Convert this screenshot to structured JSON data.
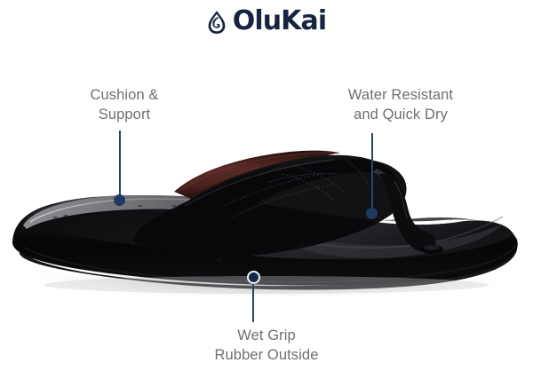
{
  "brand": {
    "name": "OluKai",
    "mark_icon": "water-drop-logo-icon",
    "color": "#16243f"
  },
  "product": {
    "name": "black-flip-flop-sandal",
    "sole_color": "#0a0a0a",
    "footbed_color": "#1a1a1c",
    "toe_footbed_color": "#6f6f73",
    "lining_color": "#3d1f1f",
    "background_color": "#ffffff"
  },
  "callouts": [
    {
      "id": "cushion-support",
      "text": "Cushion &\nSupport",
      "line_color": "#2b4568",
      "dot_color": "#1e3a63"
    },
    {
      "id": "water-resistant",
      "text": "Water Resistant\nand Quick Dry",
      "line_color": "#2b4568",
      "dot_color": "#1e3a63"
    },
    {
      "id": "wet-grip",
      "text": "Wet Grip\nRubber Outside",
      "line_color": "#2b4568",
      "dot_color": "#142a4d"
    }
  ],
  "text_color": "#6f6f6f"
}
